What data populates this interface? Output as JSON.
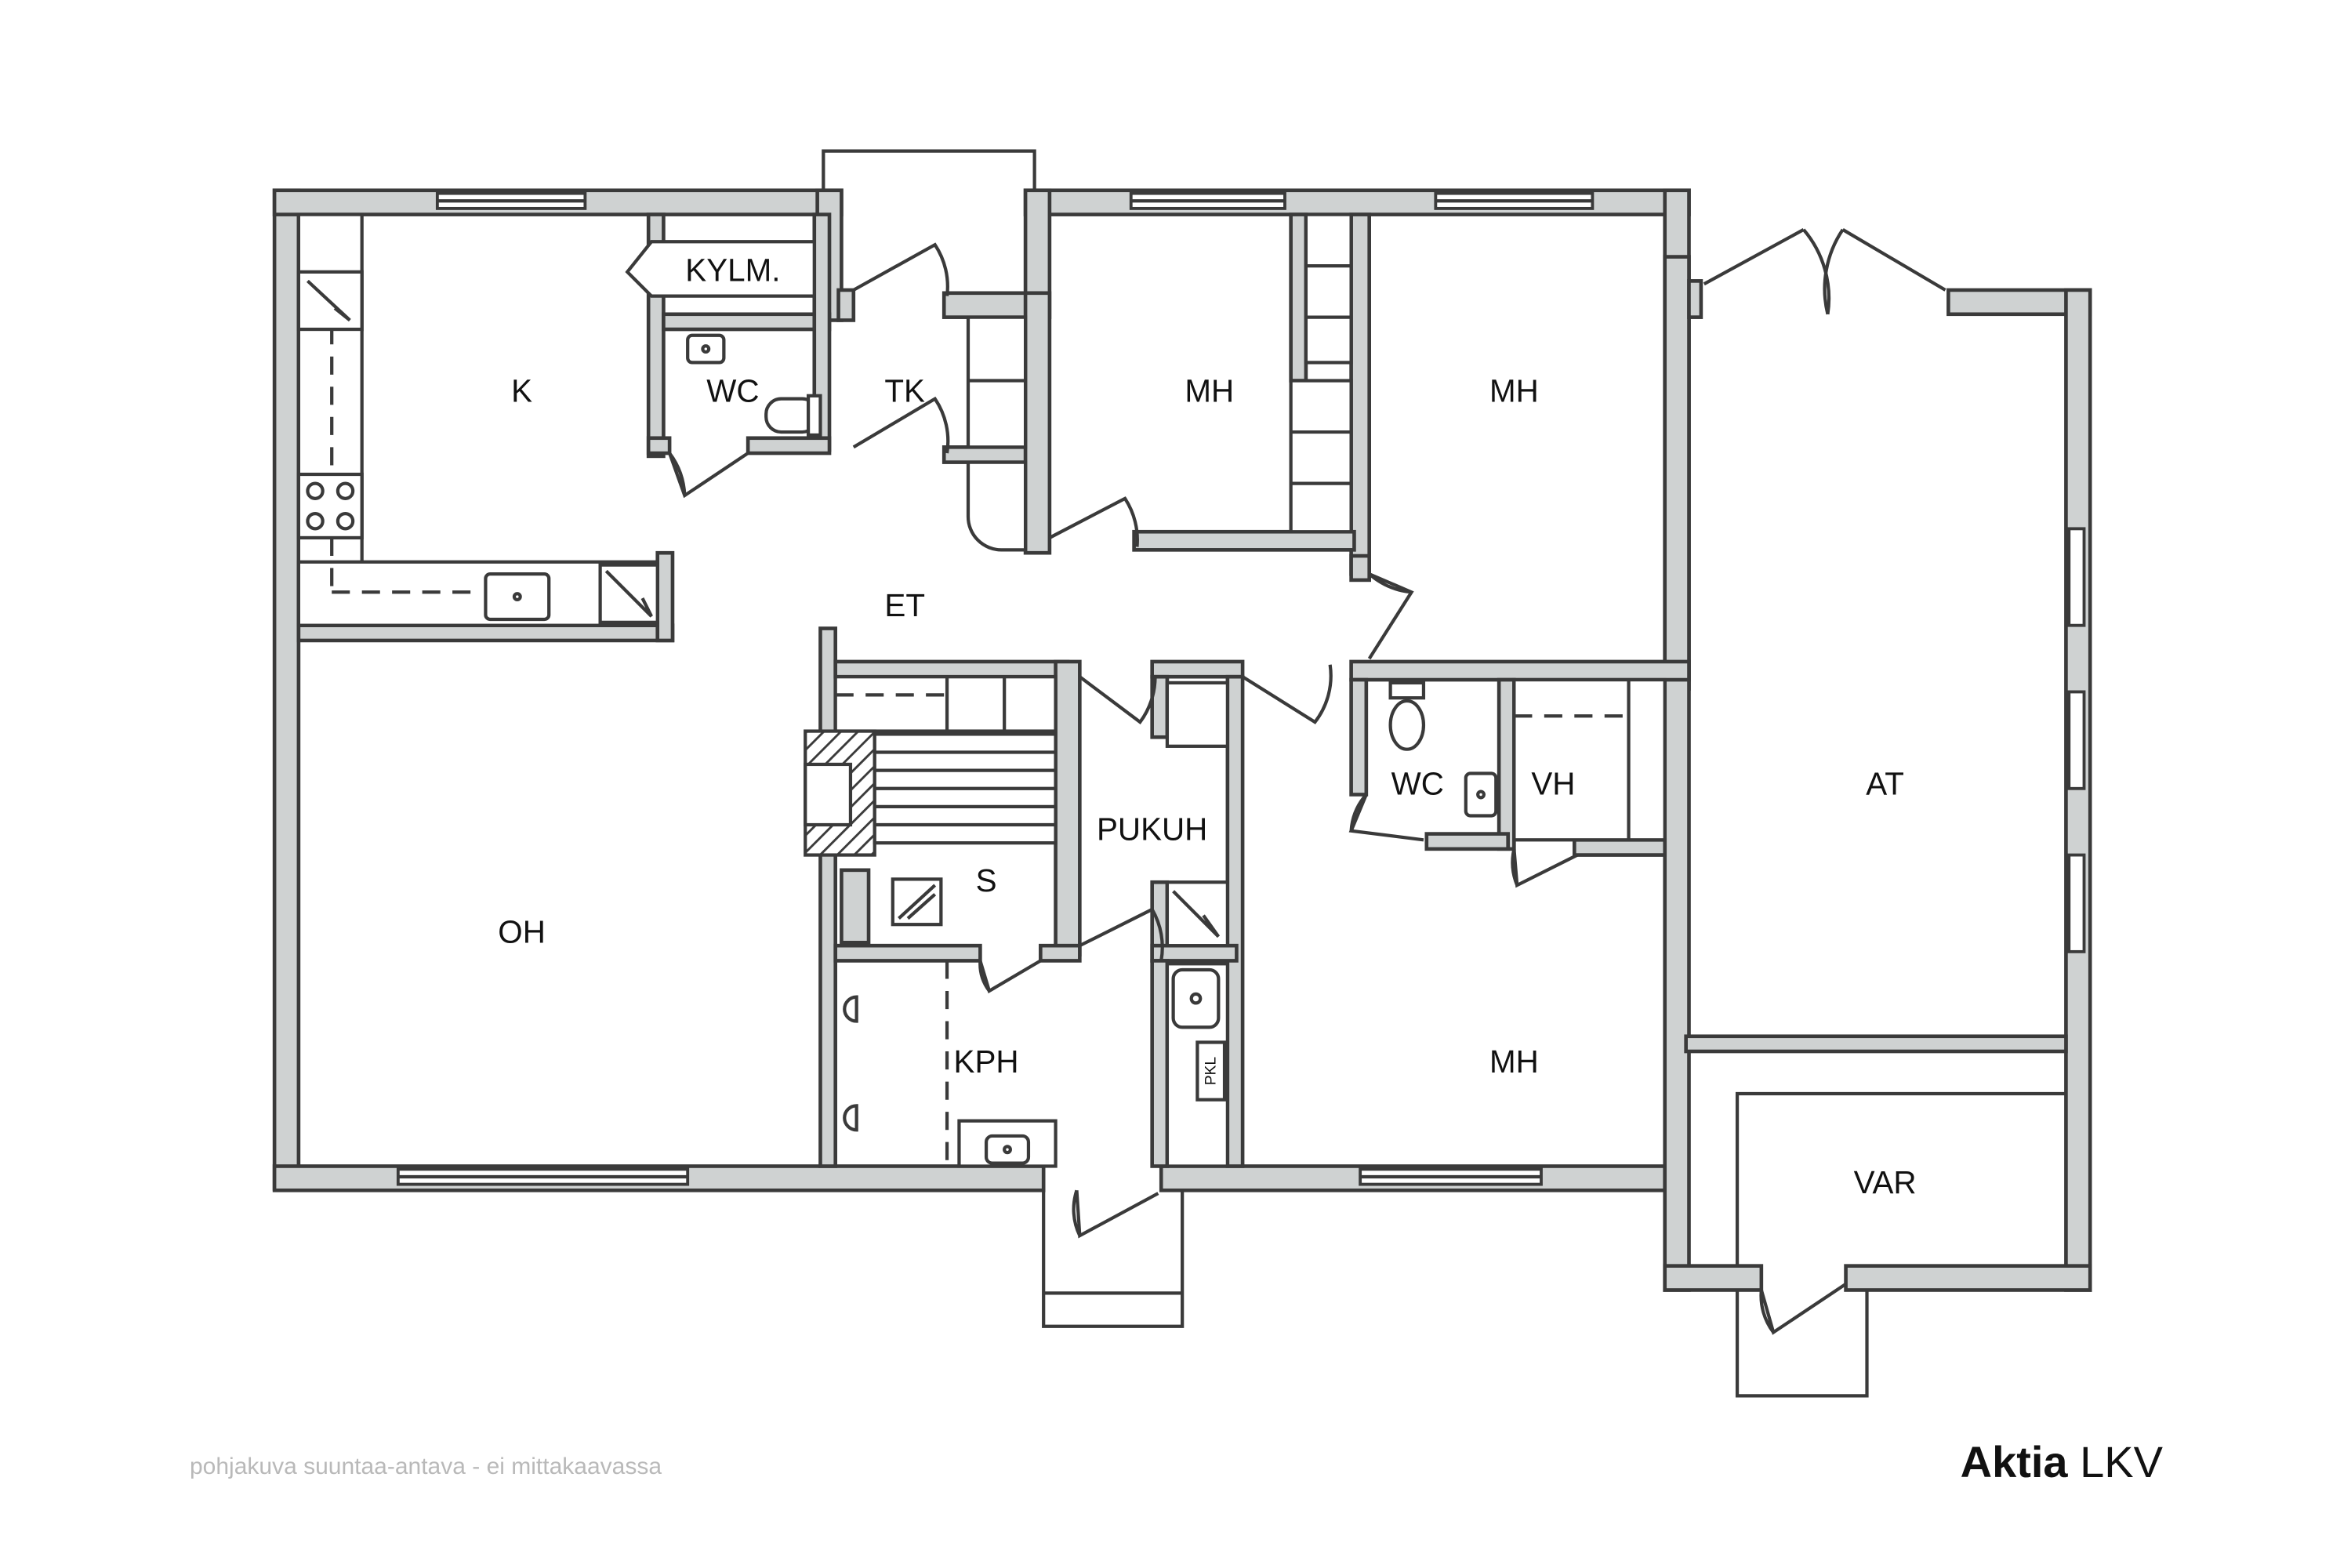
{
  "rooms": {
    "k": "K",
    "kylm": "KYLM.",
    "wc1": "WC",
    "tk": "TK",
    "mh1": "MH",
    "mh2": "MH",
    "et": "ET",
    "at": "AT",
    "oh": "OH",
    "pukuh": "PUKUH",
    "s": "S",
    "wc2": "WC",
    "vh": "VH",
    "kph": "KPH",
    "mh3": "MH",
    "var": "VAR",
    "pkl": "PKL"
  },
  "footer": {
    "note": "pohjakuva suuntaa-antava - ei mittakaavassa",
    "logo_brand": "Aktia",
    "logo_suffix": "LKV"
  },
  "colors": {
    "wall_fill": "#cfd2d2",
    "line": "#3a3a3a",
    "note_text": "#b9b9b9"
  }
}
